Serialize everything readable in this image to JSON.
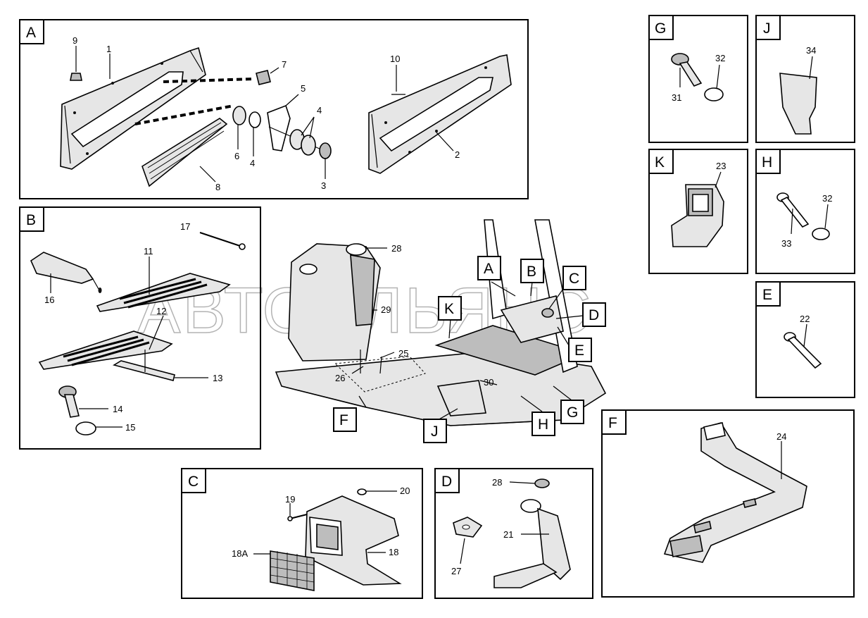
{
  "panels": {
    "A": {
      "tag": "A",
      "callouts": {
        "n9": "9",
        "n1": "1",
        "n7": "7",
        "n5": "5",
        "n4a": "4",
        "n6": "6",
        "n4b": "4",
        "n3": "3",
        "n8": "8",
        "n10": "10",
        "n2": "2"
      }
    },
    "B": {
      "tag": "B",
      "callouts": {
        "n17": "17",
        "n11": "11",
        "n16": "16",
        "n12": "12",
        "n13": "13",
        "n14": "14",
        "n15": "15"
      }
    },
    "C": {
      "tag": "C",
      "callouts": {
        "n20": "20",
        "n19": "19",
        "n18a": "18A",
        "n18": "18"
      }
    },
    "D": {
      "tag": "D",
      "callouts": {
        "n28": "28",
        "n21": "21",
        "n27": "27"
      }
    },
    "F": {
      "tag": "F",
      "callouts": {
        "n24": "24"
      }
    },
    "G": {
      "tag": "G",
      "callouts": {
        "n32": "32",
        "n31": "31"
      }
    },
    "J": {
      "tag": "J",
      "callouts": {
        "n34": "34"
      }
    },
    "K": {
      "tag": "K",
      "callouts": {
        "n23": "23"
      }
    },
    "H": {
      "tag": "H",
      "callouts": {
        "n32": "32",
        "n33": "33"
      }
    },
    "E": {
      "tag": "E",
      "callouts": {
        "n22": "22"
      }
    }
  },
  "overview": {
    "callouts": {
      "n28": "28",
      "n29": "29",
      "n25": "25",
      "n26": "26",
      "n30": "30"
    },
    "tags": {
      "A": "A",
      "B": "B",
      "C": "C",
      "D": "D",
      "E": "E",
      "K": "K",
      "F": "F",
      "J": "J",
      "H": "H",
      "G": "G"
    }
  },
  "watermark": "АВТОАЛЬЯНС"
}
